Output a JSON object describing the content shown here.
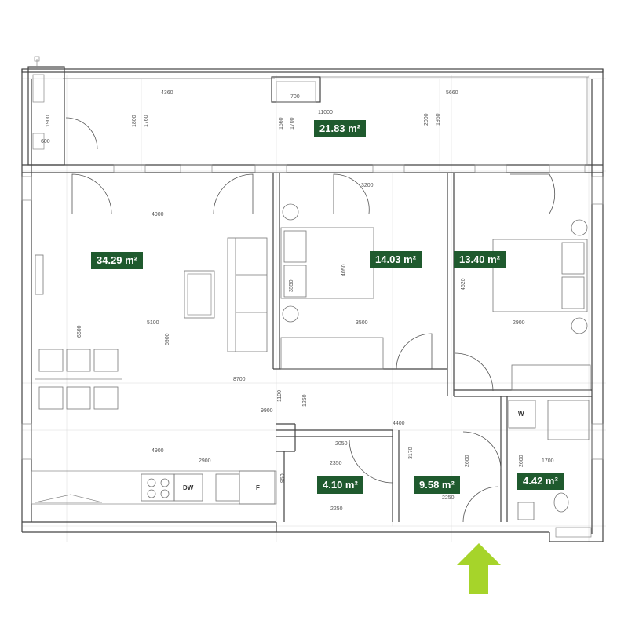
{
  "areas": {
    "terrace": "21.83 m²",
    "living": "34.29 m²",
    "bedroom1": "14.03 m²",
    "bedroom2": "13.40 m²",
    "bath1": "4.10 m²",
    "hall": "9.58 m²",
    "bath2": "4.42 m²"
  },
  "dimensions": {
    "d4360": "4360",
    "d700": "700",
    "d11000": "11000",
    "d5660": "5660",
    "d1900": "1900",
    "d600": "600",
    "d1800": "1800",
    "d1760": "1760",
    "d1660": "1660",
    "d1700a": "1700",
    "d2000": "2000",
    "d1960": "1960",
    "d3200": "3200",
    "d4900a": "4900",
    "d3550": "3550",
    "d4050": "4050",
    "d4620": "4620",
    "d6600": "6600",
    "d5100": "5100",
    "d6900": "6900",
    "d3500": "3500",
    "d2900a": "2900",
    "d8700": "8700",
    "d1100": "1100",
    "d1250": "1250",
    "d9900": "9900",
    "d4400": "4400",
    "d4900b": "4900",
    "d2050": "2050",
    "d3170": "3170",
    "d2900b": "2900",
    "d2350": "2350",
    "d2600a": "2600",
    "d2600b": "2600",
    "d1700b": "1700",
    "d950": "950",
    "d2250a": "2250",
    "d2250b": "2250"
  },
  "appliances": {
    "dishwasher": "DW",
    "fridge": "F",
    "washer": "W"
  },
  "colors": {
    "area_label_bg": "#1f5a2e",
    "entrance_arrow": "#a6d42a"
  },
  "icons": {
    "entrance": "up-arrow-icon"
  }
}
